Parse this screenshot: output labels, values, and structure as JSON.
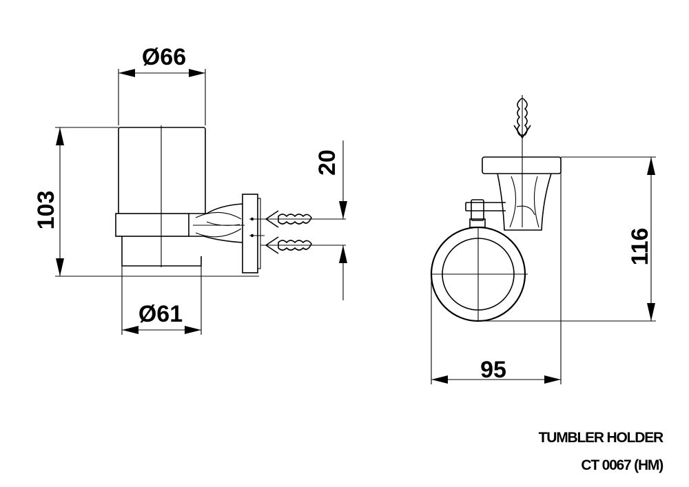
{
  "drawing": {
    "dimensions": {
      "cup_top_diameter": "Ø66",
      "cup_bottom_diameter": "Ø61",
      "height_left": "103",
      "anchor_spacing": "20",
      "depth": "95",
      "height_right": "116"
    }
  },
  "caption": {
    "title": "TUMBLER HOLDER",
    "code": "CT 0067 (HM)"
  },
  "colors": {
    "line": "#000000",
    "background": "#ffffff"
  }
}
